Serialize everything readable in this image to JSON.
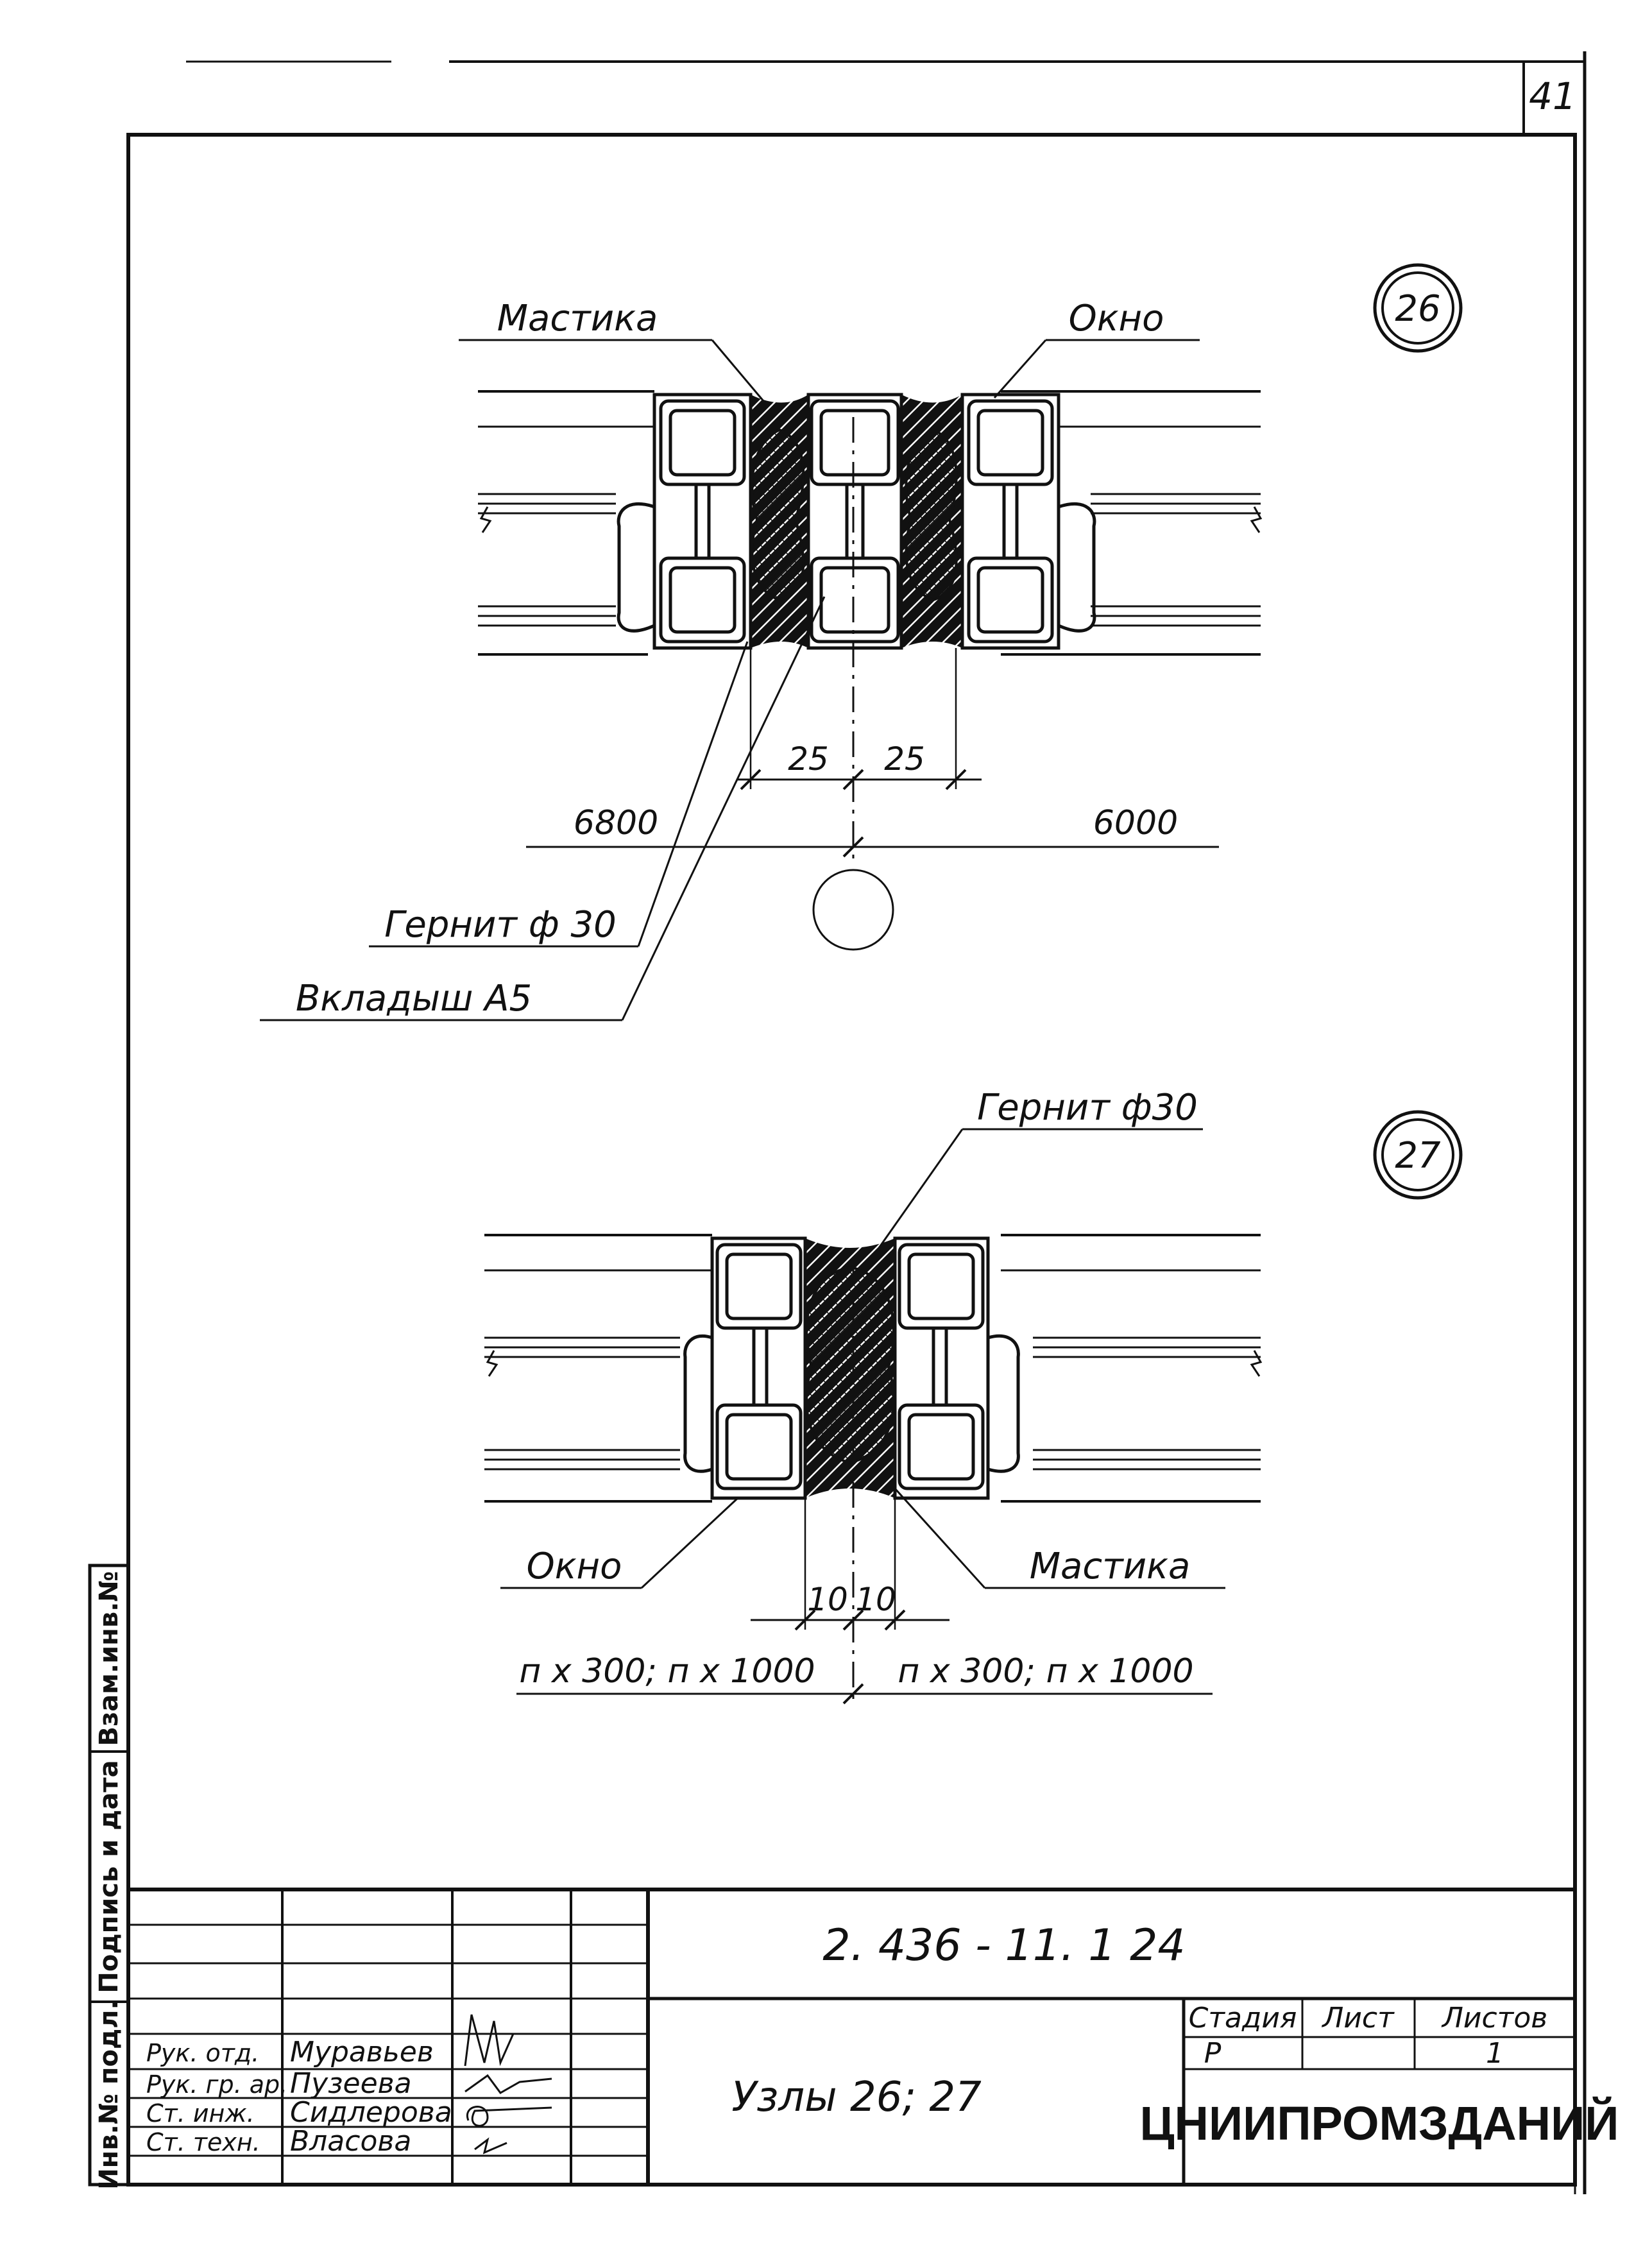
{
  "sheet_number": "41",
  "node_26": {
    "marker": "26",
    "label_mastic": "Мастика",
    "label_window": "Окно",
    "dim_left": "25",
    "dim_right": "25",
    "grid_left": "6800",
    "grid_right": "6000",
    "label_gernit": "Гернит ф 30",
    "label_insert": "Вкладыш А5"
  },
  "node_27": {
    "marker": "27",
    "label_gernit": "Гернит ф30",
    "label_window": "Окно",
    "label_mastic": "Мастика",
    "dim_left": "10",
    "dim_right": "10",
    "grid_left": "п х 300; п х 1000",
    "grid_right": "п х 300; п х 1000"
  },
  "side_stamp": {
    "inv_no": "Инв.№ подл.",
    "signature_date": "Подпись и дата",
    "replacement_inv": "Взам.инв.№"
  },
  "title_block": {
    "document_code": "2. 436 - 11. 1 24",
    "drawing_title": "Узлы 26; 27",
    "stage_header": "Стадия",
    "sheet_header": "Лист",
    "sheets_header": "Листов",
    "stage_value": "Р",
    "sheet_value": "",
    "sheets_value": "1",
    "organization": "ЦНИИПРОМЗДАНИЙ",
    "staff": [
      {
        "role": "Рук. отд.",
        "name": "Муравьев"
      },
      {
        "role": "Рук. гр. ар.",
        "name": "Пузеева"
      },
      {
        "role": "Ст. инж.",
        "name": "Сидлерова"
      },
      {
        "role": "Ст. техн.",
        "name": "Власова"
      }
    ]
  }
}
